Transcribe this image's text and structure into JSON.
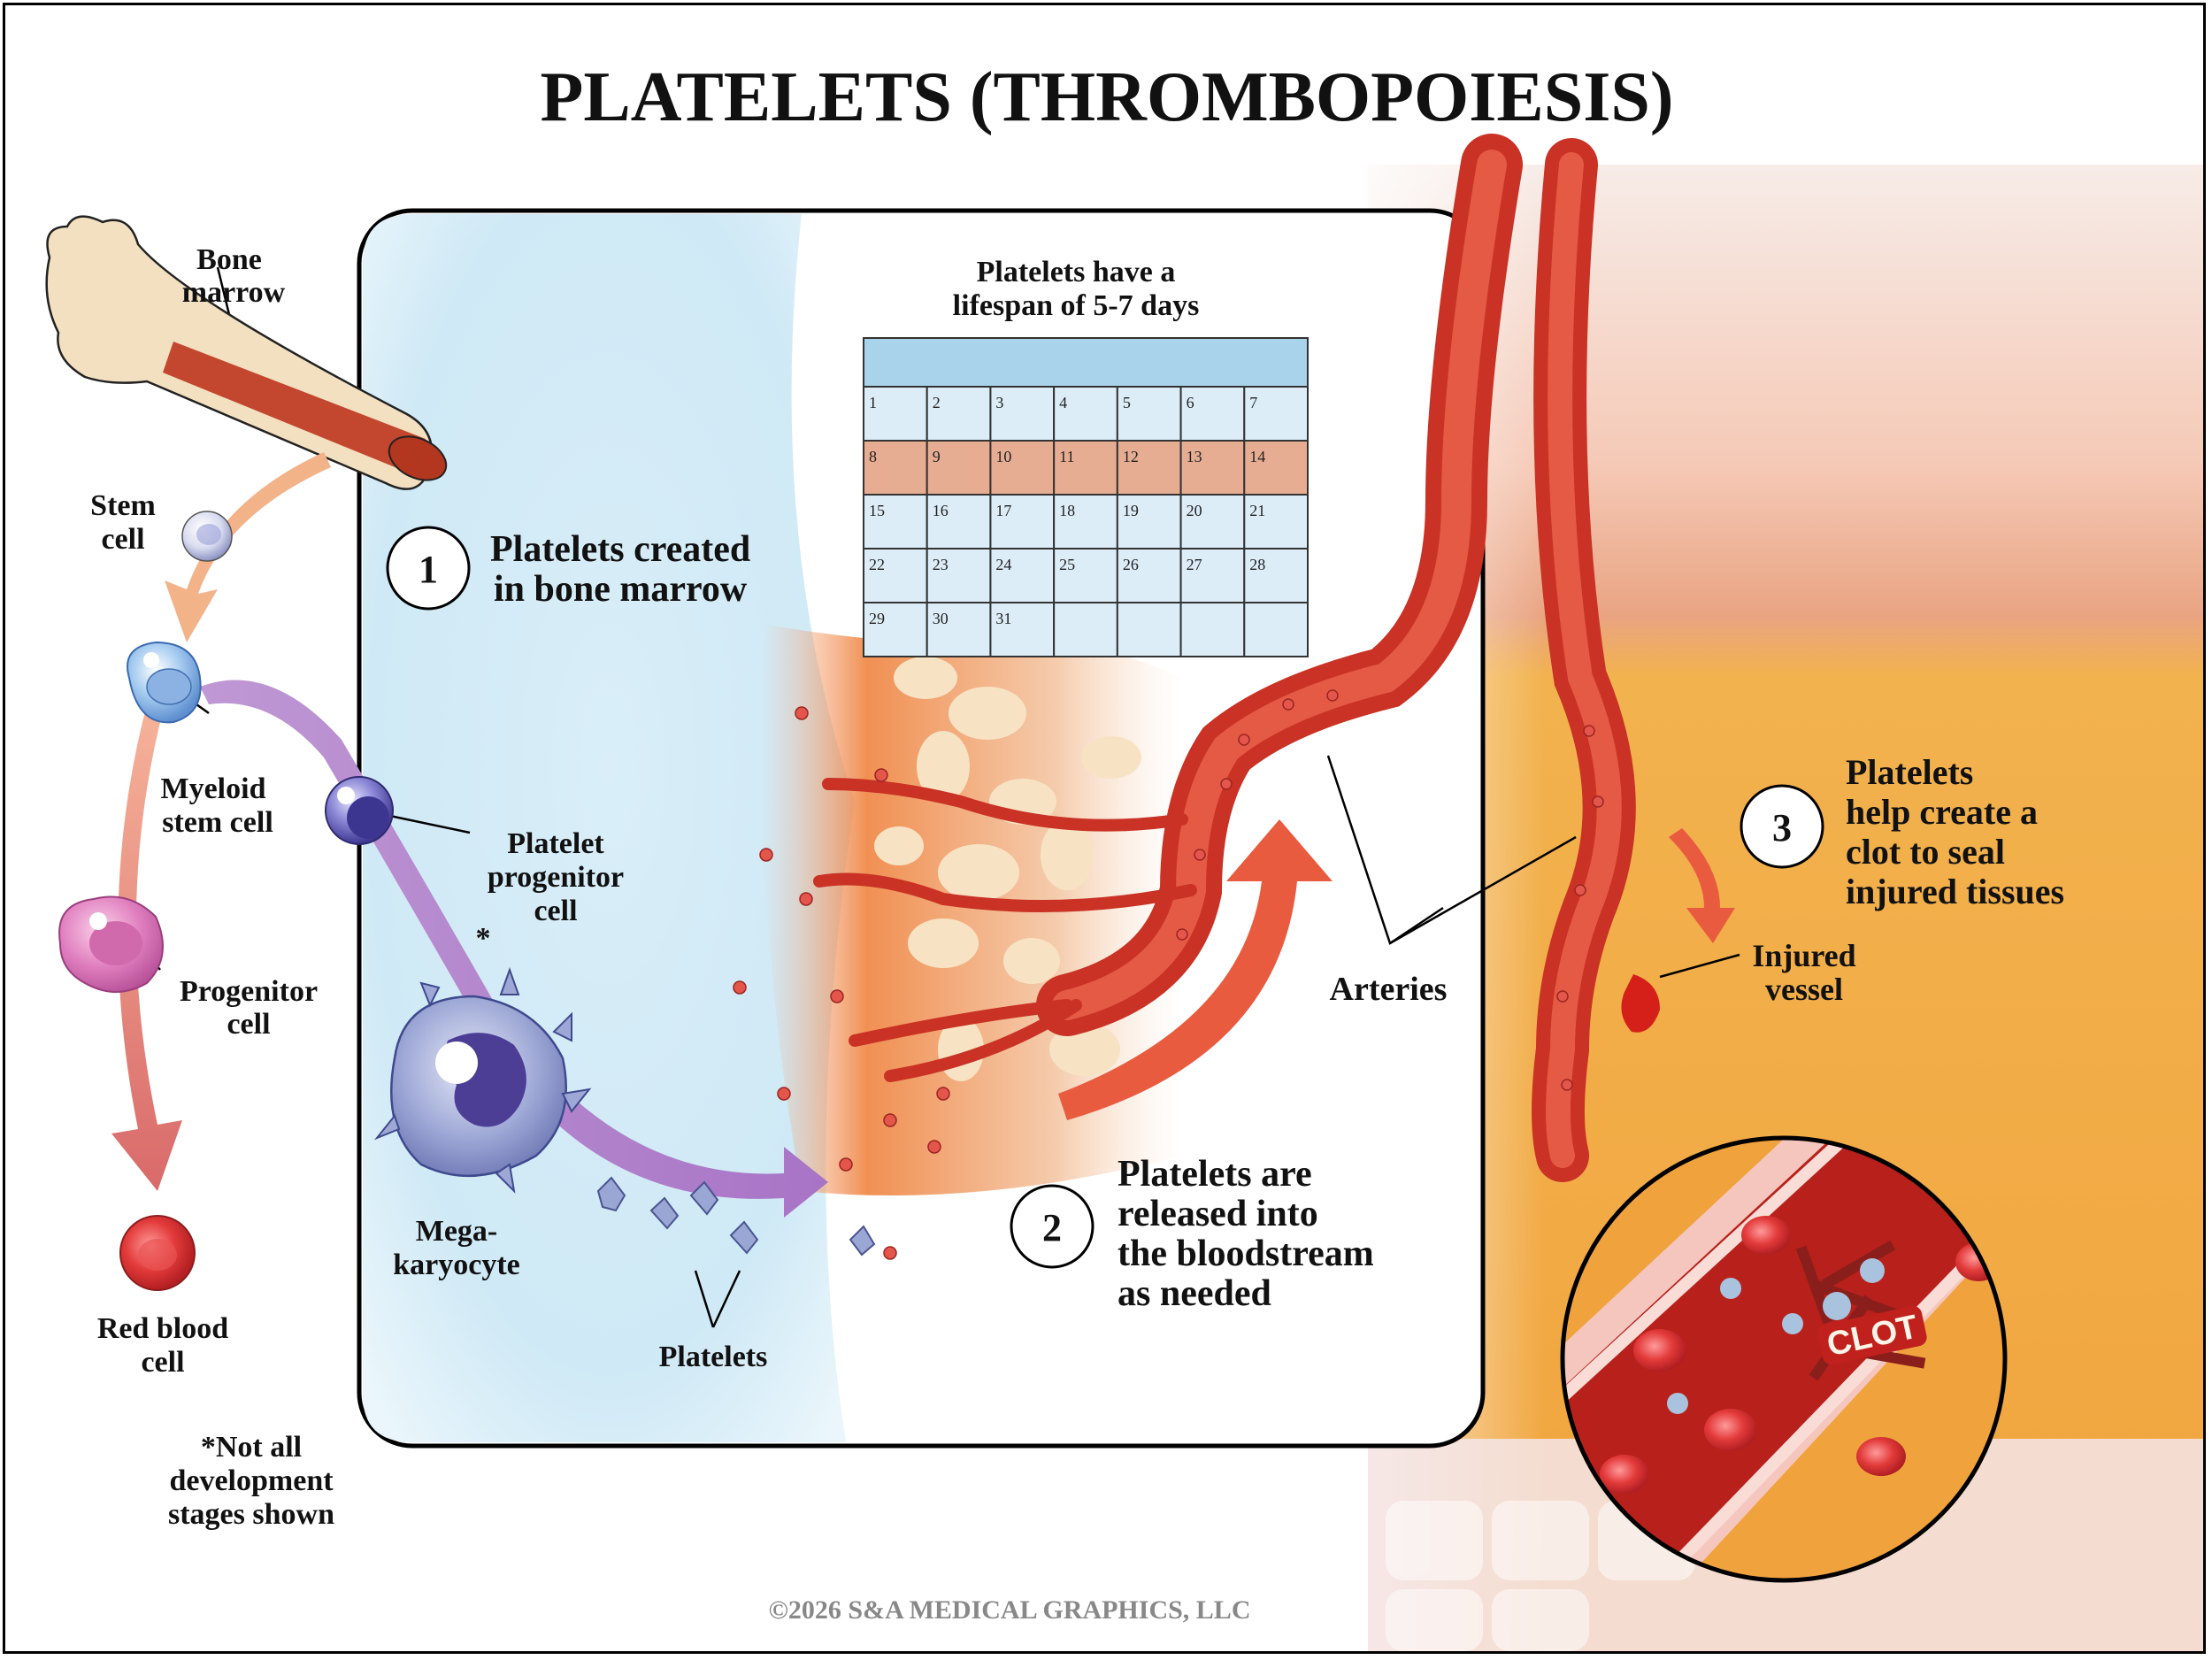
{
  "title": "PLATELETS (THROMBOPOIESIS)",
  "labels": {
    "bone_marrow": [
      "Bone",
      "marrow"
    ],
    "stem_cell": [
      "Stem",
      "cell"
    ],
    "myeloid": [
      "Myeloid",
      "stem cell"
    ],
    "progenitor": [
      "Progenitor",
      "cell"
    ],
    "red_blood_cell": [
      "Red blood",
      "cell"
    ],
    "platelet_progenitor": [
      "Platelet",
      "progenitor",
      "cell"
    ],
    "megakaryocyte": [
      "Mega-",
      "karyocyte"
    ],
    "platelets": "Platelets",
    "arteries": "Arteries",
    "injured_vessel": [
      "Injured",
      "vessel"
    ],
    "clot": "CLOT",
    "asterisk": "*",
    "footnote": [
      "*Not all",
      "development",
      "stages shown"
    ],
    "copyright": "©2026 S&A MEDICAL GRAPHICS, LLC"
  },
  "steps": [
    {
      "num": "1",
      "lines": [
        "Platelets created",
        "in bone marrow"
      ]
    },
    {
      "num": "2",
      "lines": [
        "Platelets are",
        "released into",
        "the bloodstream",
        "as needed"
      ]
    },
    {
      "num": "3",
      "lines": [
        "Platelets",
        "help create a",
        "clot to seal",
        "injured tissues"
      ]
    }
  ],
  "calendar": {
    "title": [
      "Platelets have a",
      "lifespan of 5-7 days"
    ],
    "days": [
      1,
      2,
      3,
      4,
      5,
      6,
      7,
      8,
      9,
      10,
      11,
      12,
      13,
      14,
      15,
      16,
      17,
      18,
      19,
      20,
      21,
      22,
      23,
      24,
      25,
      26,
      27,
      28,
      29,
      30,
      31
    ],
    "highlight_row": 2
  },
  "colors": {
    "blood": "#c0281e",
    "vessel": "#d9452e",
    "skin_tissue": "#f2a640",
    "marrow": "#e8732f",
    "light_blue": "#cfe9f6",
    "purple_arrow": "#b185c9",
    "orange_arrow": "#f0a07a",
    "calendar_header": "#a9d3ea",
    "calendar_cell": "#dcedf8",
    "calendar_highlight": "#e7ad93"
  }
}
